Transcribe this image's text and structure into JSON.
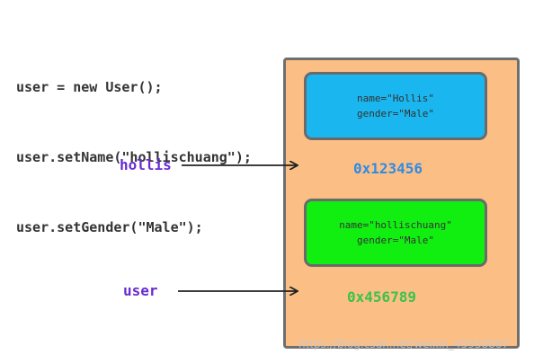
{
  "code": {
    "lines": [
      "user = new User();",
      "user.setName(\"hollischuang\");",
      "user.setGender(\"Male\");"
    ]
  },
  "variables": [
    {
      "label": "hollis",
      "color": "#6a2bd1"
    },
    {
      "label": "user",
      "color": "#6a2bd1"
    }
  ],
  "objects": [
    {
      "fields": [
        "name=\"Hollis\"",
        "gender=\"Male\""
      ],
      "address": "0x123456",
      "fill": "#1ab6ef",
      "address_color": "#2f8be4"
    },
    {
      "fields": [
        "name=\"hollischuang\"",
        "gender=\"Male\""
      ],
      "address": "0x456789",
      "fill": "#11ef11",
      "address_color": "#3cc24a"
    }
  ],
  "heap_fill": "#fbbf86",
  "watermark": "https://blog.csdn.net/weixin_45938867"
}
